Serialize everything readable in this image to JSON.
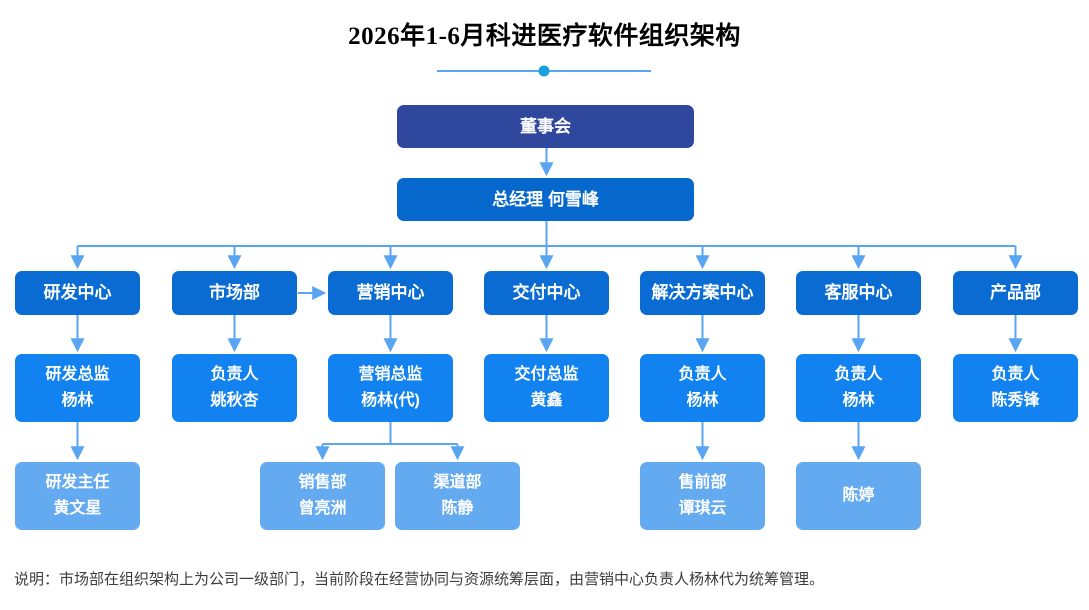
{
  "title": "2026年1-6月科进医疗软件组织架构",
  "note": "说明：市场部在组织架构上为公司一级部门，当前阶段在经营协同与资源统筹层面，由营销中心负责人杨林代为统筹管理。",
  "boxes": {
    "board": {
      "line1": "董事会"
    },
    "gm": {
      "line1": "总经理 何雪峰"
    },
    "rd_center": {
      "line1": "研发中心"
    },
    "market_dept": {
      "line1": "市场部"
    },
    "sales_center": {
      "line1": "营销中心"
    },
    "delivery_center": {
      "line1": "交付中心"
    },
    "solution_center": {
      "line1": "解决方案中心"
    },
    "service_center": {
      "line1": "客服中心"
    },
    "product_dept": {
      "line1": "产品部"
    },
    "rd_director": {
      "line1": "研发总监",
      "line2": "杨林"
    },
    "market_lead": {
      "line1": "负责人",
      "line2": "姚秋杏"
    },
    "sales_director": {
      "line1": "营销总监",
      "line2": "杨林(代)"
    },
    "delivery_director": {
      "line1": "交付总监",
      "line2": "黄鑫"
    },
    "solution_lead": {
      "line1": "负责人",
      "line2": "杨林"
    },
    "service_lead": {
      "line1": "负责人",
      "line2": "杨林"
    },
    "product_lead": {
      "line1": "负责人",
      "line2": "陈秀锋"
    },
    "rd_chief": {
      "line1": "研发主任",
      "line2": "黄文星"
    },
    "sales_dept": {
      "line1": "销售部",
      "line2": "曾亮洲"
    },
    "channel_dept": {
      "line1": "渠道部",
      "line2": "陈静"
    },
    "presales_dept": {
      "line1": "售前部",
      "line2": "谭琪云"
    },
    "service_member": {
      "line1": "陈婷"
    }
  },
  "colors": {
    "board_box": "#2F489E",
    "gm_box": "#0667CD",
    "dept_box": "#0A6CD3",
    "level2_box": "#1182F0",
    "level3_box": "#64AAF0",
    "connector": "#5AA5F2",
    "divider_line": "#D9D9D9",
    "divider_dot": "#1A9FE0",
    "title_color": "#000000",
    "note_color": "#3D3D3D"
  }
}
